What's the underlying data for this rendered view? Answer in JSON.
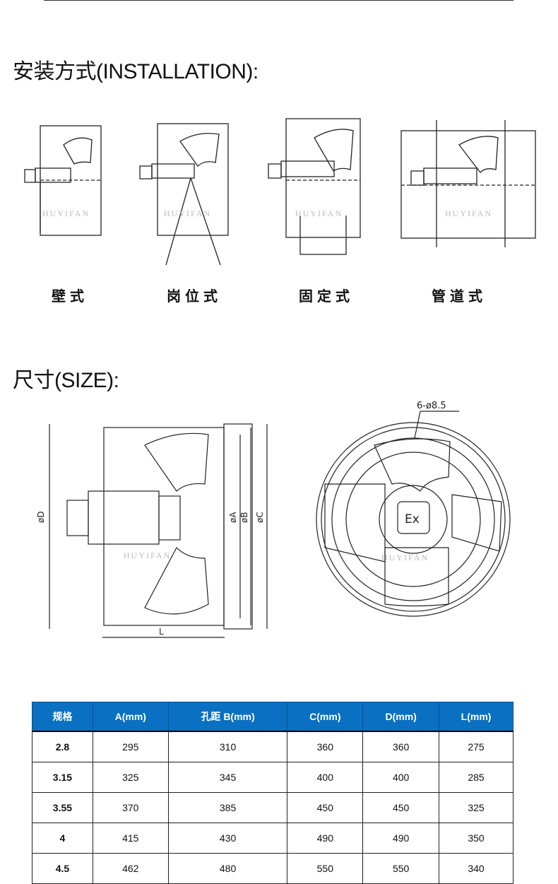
{
  "installation": {
    "heading": "安装方式(INSTALLATION):",
    "methods": [
      "壁式",
      "岗位式",
      "固定式",
      "管道式"
    ],
    "watermark": "HUYIFAN"
  },
  "size": {
    "heading": "尺寸(SIZE):",
    "side_labels": {
      "D": "øD",
      "A": "øA",
      "B": "øB",
      "C": "øC",
      "L": "L"
    },
    "hole_label": "6-ø8.5",
    "ex_mark": "Ex"
  },
  "table": {
    "header_color": "#0a70c1",
    "headers": [
      "规格",
      "A(mm)",
      "孔距 B(mm)",
      "C(mm)",
      "D(mm)",
      "L(mm)"
    ],
    "rows": [
      [
        "2.8",
        "295",
        "310",
        "360",
        "360",
        "275"
      ],
      [
        "3.15",
        "325",
        "345",
        "400",
        "400",
        "285"
      ],
      [
        "3.55",
        "370",
        "385",
        "450",
        "450",
        "325"
      ],
      [
        "4",
        "415",
        "430",
        "490",
        "490",
        "350"
      ],
      [
        "4.5",
        "462",
        "480",
        "550",
        "550",
        "340"
      ]
    ]
  }
}
